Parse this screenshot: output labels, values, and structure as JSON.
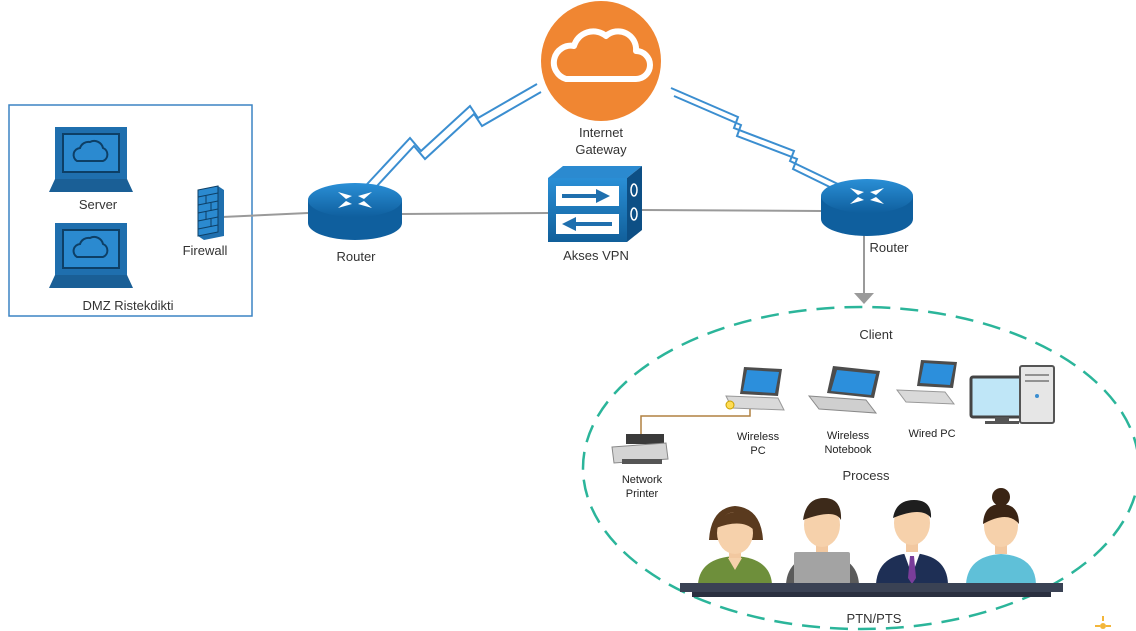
{
  "colors": {
    "frame": "#3b84c4",
    "cloud": "#f08632",
    "device": "#1f7bbd",
    "link": "#9a9a9a",
    "bolt": "#3b8ed0",
    "ellipse": "#2bb59a"
  },
  "dmz": {
    "server_label": "Server",
    "firewall_label": "Firewall",
    "zone_label": "DMZ Ristekdikti"
  },
  "network": {
    "router_left_label": "Router",
    "gateway_label": "Internet\nGateway",
    "vpn_label": "Akses VPN",
    "router_right_label": "Router"
  },
  "client_zone": {
    "client_label": "Client",
    "wireless_pc_label": "Wireless\nPC",
    "wireless_notebook_label": "Wireless\nNotebook",
    "wired_pc_label": "Wired PC",
    "printer_label": "Network\nPrinter",
    "process_label": "Process",
    "ptn_label": "PTN/PTS"
  },
  "icons": [
    "server-icon",
    "firewall-icon",
    "router-icon",
    "cloud-icon",
    "vpn-icon",
    "laptop-icon",
    "desktop-icon",
    "printer-icon",
    "person-icon"
  ]
}
